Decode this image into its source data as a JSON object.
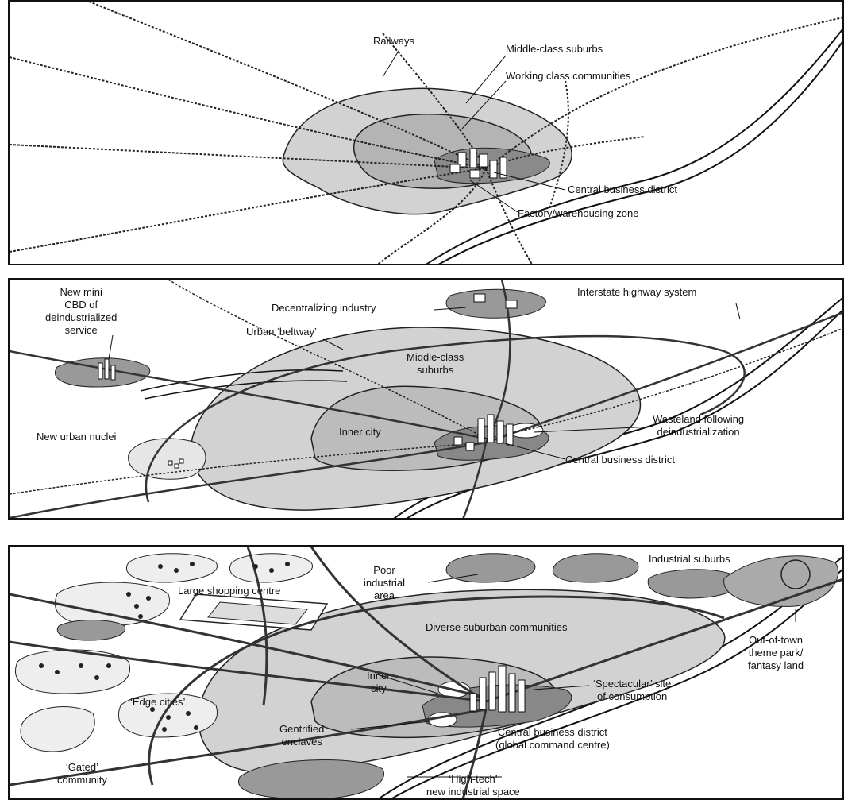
{
  "panel1": {
    "labels": {
      "railways": "Railways",
      "middle_class": "Middle-class suburbs",
      "working_class": "Working class communities",
      "cbd": "Central business district",
      "factory": "Factory/warehousing zone"
    }
  },
  "panel2": {
    "labels": {
      "mini_cbd": [
        "New mini",
        "CBD of",
        "deindustrialized",
        "service"
      ],
      "decentralizing": "Decentralizing industry",
      "interstate": "Interstate highway system",
      "beltway": "Urban ‘beltway’",
      "middle_class": [
        "Middle-class",
        "suburbs"
      ],
      "new_nuclei": "New urban nuclei",
      "inner_city": "Inner city",
      "wasteland": [
        "Wasteland following",
        "deindustrialization"
      ],
      "cbd": "Central business district"
    }
  },
  "panel3": {
    "labels": {
      "poor_industrial": [
        "Poor",
        "industrial",
        "area"
      ],
      "industrial_suburbs": "Industrial suburbs",
      "shopping": "Large shopping centre",
      "diverse": "Diverse suburban communities",
      "theme_park": [
        "Out-of-town",
        "theme park/",
        "fantasy land"
      ],
      "inner_city": [
        "Inner",
        "city"
      ],
      "edge_cities": "‘Edge cities’",
      "spectacular": [
        "‘Spectacular’ site",
        "of consumption"
      ],
      "gentrified": [
        "Gentrified",
        "enclaves"
      ],
      "cbd": [
        "Central business district",
        "(global command centre)"
      ],
      "gated": [
        "‘Gated’",
        "community"
      ],
      "high_tech": [
        "‘High-tech’",
        "new industrial space"
      ]
    }
  }
}
